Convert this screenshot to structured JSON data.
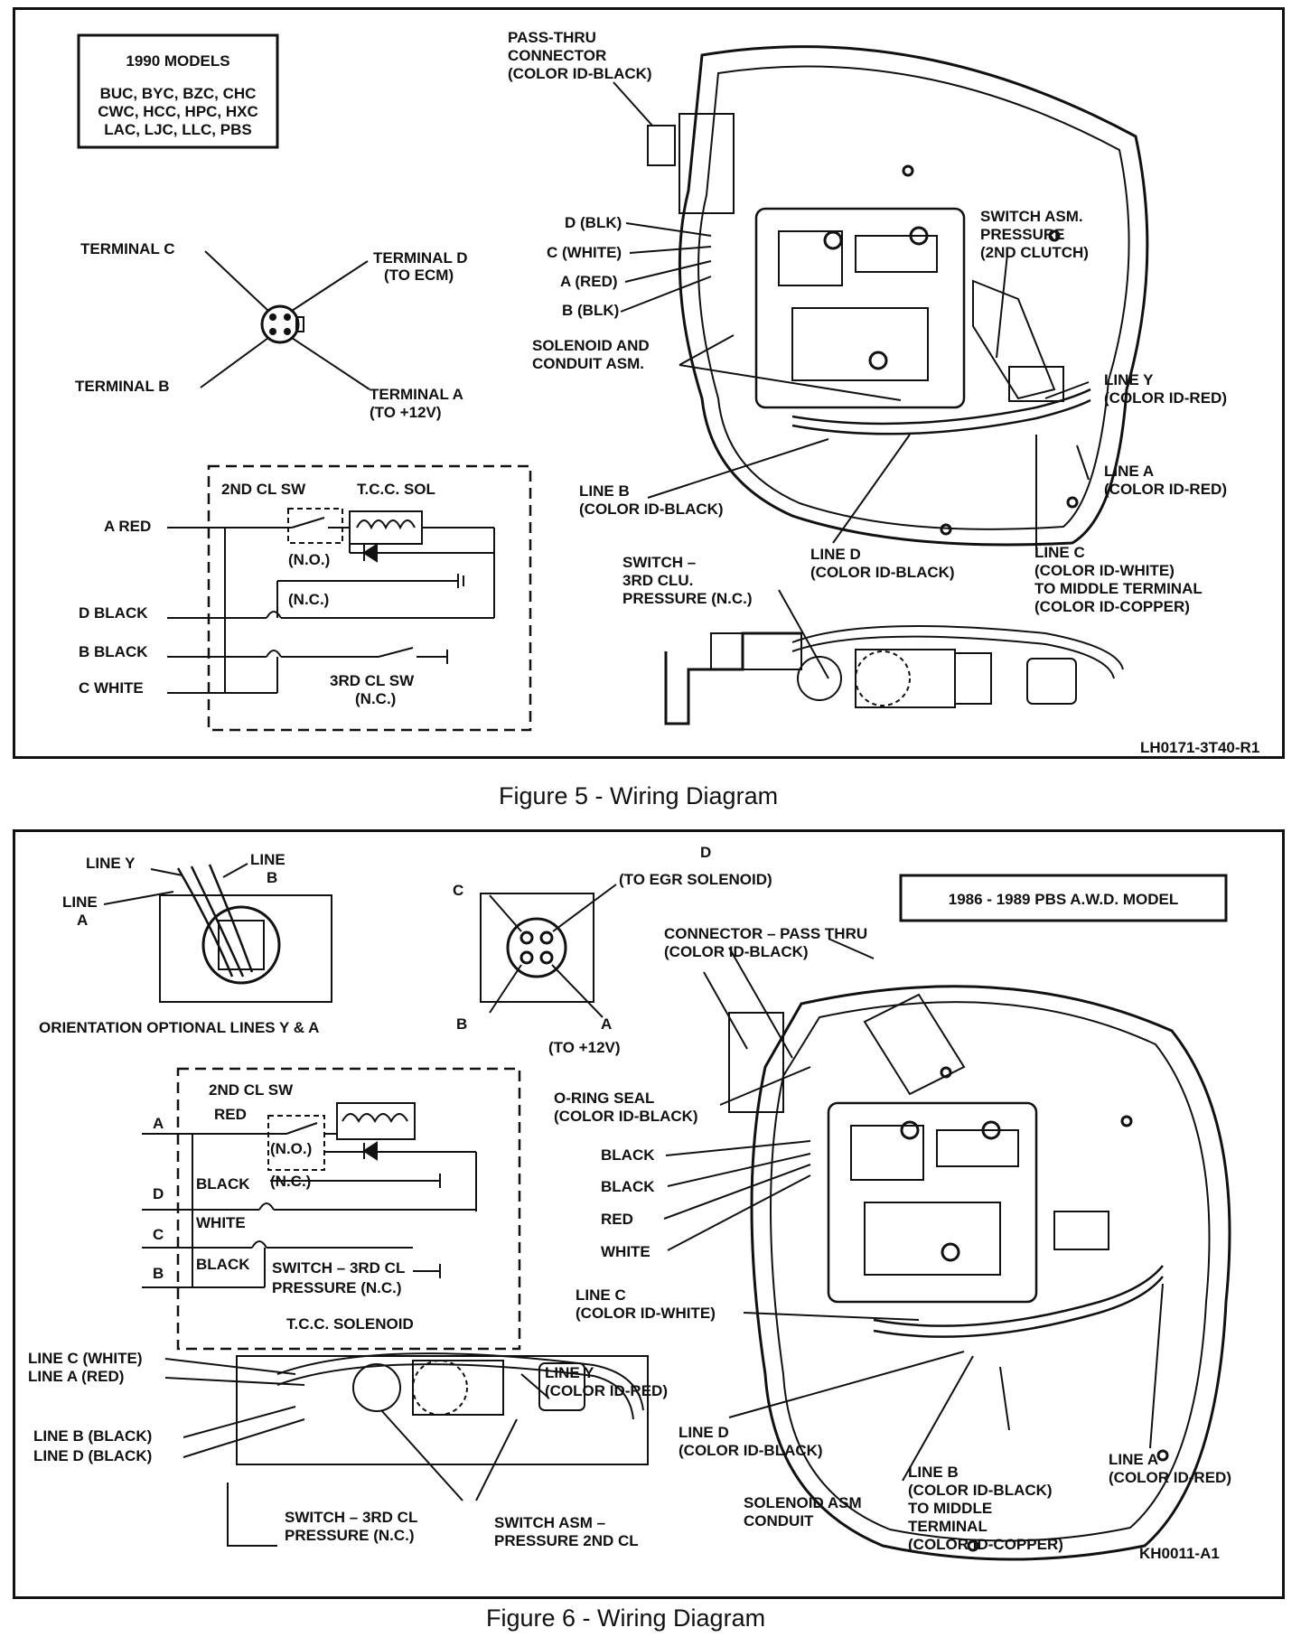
{
  "figure5": {
    "caption": "Figure 5 - Wiring Diagram",
    "model_box": {
      "title": "1990 MODELS",
      "lines": [
        "BUC, BYC, BZC, CHC",
        "CWC, HCC, HPC, HXC",
        "LAC, LJC, LLC, PBS"
      ]
    },
    "connector": {
      "terminal_c": "TERMINAL C",
      "terminal_d": [
        "TERMINAL D",
        "(TO ECM)"
      ],
      "terminal_b": "TERMINAL B",
      "terminal_a": [
        "TERMINAL A",
        "(TO  +12V)"
      ]
    },
    "schematic": {
      "title_sw": "2ND CL SW",
      "title_sol": "T.C.C. SOL",
      "no": "(N.O.)",
      "nc": "(N.C.)",
      "sw3": [
        "3RD CL SW",
        "(N.C.)"
      ],
      "inputs": [
        "A RED",
        "D BLACK",
        "B BLACK",
        "C WHITE"
      ]
    },
    "callouts": {
      "pass_thru": [
        "PASS-THRU",
        "CONNECTOR",
        "(COLOR ID-BLACK)"
      ],
      "wire_d": "D (BLK)",
      "wire_c": "C (WHITE)",
      "wire_a": "A (RED)",
      "wire_b": "B (BLK)",
      "solenoid": [
        "SOLENOID AND",
        "CONDUIT ASM."
      ],
      "switch_2nd": [
        "SWITCH ASM.",
        "PRESSURE",
        "(2ND CLUTCH)"
      ],
      "line_y": [
        "LINE Y",
        "(COLOR ID-RED)"
      ],
      "line_a": [
        "LINE A",
        "(COLOR ID-RED)"
      ],
      "line_b": [
        "LINE B",
        "(COLOR ID-BLACK)"
      ],
      "line_d": [
        "LINE D",
        "(COLOR ID-BLACK)"
      ],
      "line_c": [
        "LINE C",
        "(COLOR ID-WHITE)",
        "TO MIDDLE TERMINAL",
        "(COLOR ID-COPPER)"
      ],
      "switch_3rd": [
        "SWITCH –",
        "3RD CLU.",
        "PRESSURE (N.C.)"
      ]
    },
    "code": "LH0171-3T40-R1"
  },
  "figure6": {
    "caption": "Figure 6 - Wiring Diagram",
    "model_box": "1986 - 1989   PBS A.W.D. MODEL",
    "orientation": {
      "line_y": "LINE Y",
      "line_b": [
        "LINE",
        "B"
      ],
      "line_a": [
        "LINE",
        "A"
      ],
      "caption": "ORIENTATION OPTIONAL LINES Y & A"
    },
    "connector": {
      "d": [
        "D",
        "(TO EGR SOLENOID)"
      ],
      "c": "C",
      "b": "B",
      "a": [
        "A",
        "(TO  +12V)"
      ]
    },
    "schematic": {
      "title": "2ND CL SW",
      "no": "(N.O.)",
      "nc": "(N.C.)",
      "inputs": [
        "A",
        "D",
        "C",
        "B"
      ],
      "colors": [
        "RED",
        "BLACK",
        "WHITE",
        "BLACK"
      ],
      "sw3": [
        "SWITCH – 3RD CL",
        "PRESSURE (N.C.)"
      ],
      "tcc": "T.C.C. SOLENOID"
    },
    "callouts": {
      "connector_pass": [
        "CONNECTOR – PASS THRU",
        "(COLOR ID-BLACK)"
      ],
      "oring": [
        "O-RING SEAL",
        "(COLOR ID-BLACK)"
      ],
      "wires": [
        "BLACK",
        "BLACK",
        "RED",
        "WHITE"
      ],
      "line_c": [
        "LINE C",
        "(COLOR ID-WHITE)"
      ],
      "line_d": [
        "LINE D",
        "(COLOR ID-BLACK)"
      ],
      "solenoid_conduit": [
        "SOLENOID ASM",
        "CONDUIT"
      ],
      "line_b": [
        "LINE B",
        "(COLOR ID-BLACK)",
        "TO MIDDLE",
        "TERMINAL",
        "(COLOR ID-COPPER)"
      ],
      "line_a": [
        "LINE A",
        "(COLOR ID-RED)"
      ],
      "lc_white": "LINE C (WHITE)",
      "la_red": "LINE A (RED)",
      "lb_black": "LINE B (BLACK)",
      "ld_black": "LINE D (BLACK)",
      "line_y": [
        "LINE Y",
        "(COLOR ID-RED)"
      ],
      "sw3": [
        "SWITCH – 3RD CL",
        "PRESSURE (N.C.)"
      ],
      "sw2": [
        "SWITCH ASM –",
        "PRESSURE 2ND CL"
      ]
    },
    "code": "KH0011-A1"
  }
}
